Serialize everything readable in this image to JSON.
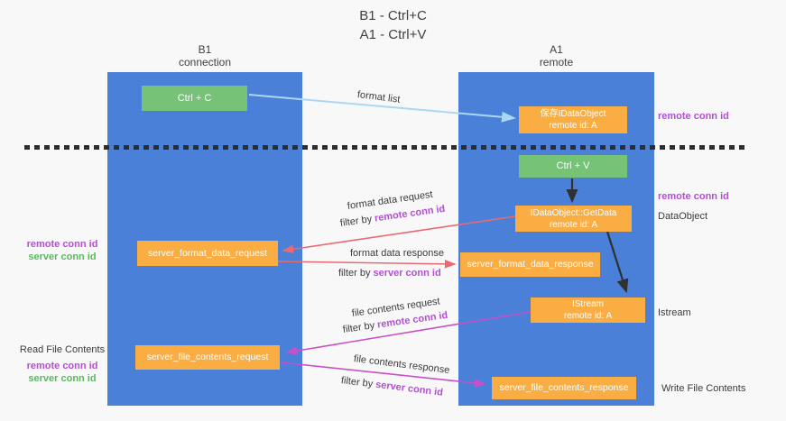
{
  "title": {
    "line1": "B1 - Ctrl+C",
    "line2": "A1 - Ctrl+V"
  },
  "columns": {
    "left": {
      "title": "B1",
      "subtitle": "connection"
    },
    "right": {
      "title": "A1",
      "subtitle": "remote"
    }
  },
  "nodes": {
    "ctrl_c": "Ctrl + C",
    "ctrl_v": "Ctrl + V",
    "save_dataobject": {
      "title": "保存IDataObject",
      "subtitle": "remote id: A"
    },
    "getdata": {
      "title": "IDataObject::GetData",
      "subtitle": "remote id: A"
    },
    "istream": {
      "title": "IStream",
      "subtitle": "remote id: A"
    },
    "server_format_data_request": "server_format_data_request",
    "server_format_data_response": "server_format_data_response",
    "server_file_contents_request": "server_file_contents_request",
    "server_file_contents_response": "server_file_contents_response"
  },
  "arrow_labels": {
    "format_list": "format list",
    "format_data_request": "format data request",
    "format_data_response": "format data response",
    "file_contents_request": "file contents request",
    "file_contents_response": "file contents response",
    "filter_by": "filter by",
    "remote_conn_id": "remote conn id",
    "server_conn_id": "server conn id"
  },
  "side_labels": {
    "remote_conn_id": "remote conn id",
    "server_conn_id": "server conn id",
    "dataobject": "DataObject",
    "istream": "Istream",
    "read_file_contents": "Read File Contents",
    "write_file_contents": "Write File Contents"
  },
  "colors": {
    "column_blue": "#4a80d8",
    "node_orange": "#f9ad42",
    "node_green": "#76c277",
    "arrow_red": "#e96a70",
    "arrow_magenta": "#c94ec9",
    "arrow_sky": "#a9d7f5",
    "arrow_black": "#303030",
    "label_purple": "#b24fd0",
    "label_green": "#5cb85f"
  }
}
